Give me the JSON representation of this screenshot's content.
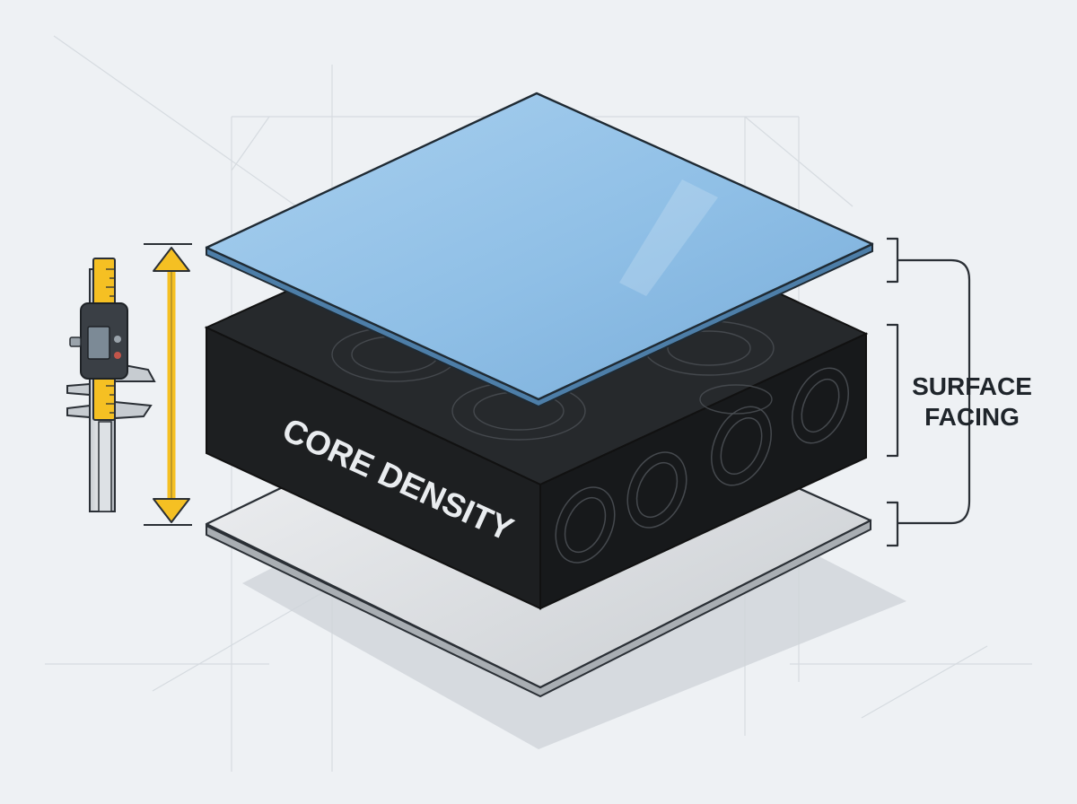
{
  "diagram": {
    "core_label": "CORE DENSITY",
    "facing_label_line1": "SURFACE",
    "facing_label_line2": "FACING"
  },
  "colors": {
    "background": "#eef1f4",
    "top_sheet": "#8fbfe6",
    "top_sheet_edge": "#1f2a33",
    "core_top": "#26292c",
    "core_front": "#1c1e20",
    "core_side": "#151719",
    "bottom_sheet": "#dfe2e5",
    "shadow": "#c9ced3",
    "measure_arrow": "#f5c023",
    "outline": "#1f2a33",
    "bracket": "#2a2f35"
  },
  "icons": {
    "caliper": "caliper-icon",
    "thickness_arrow": "double-arrow-icon",
    "bracket": "bracket-icon"
  }
}
